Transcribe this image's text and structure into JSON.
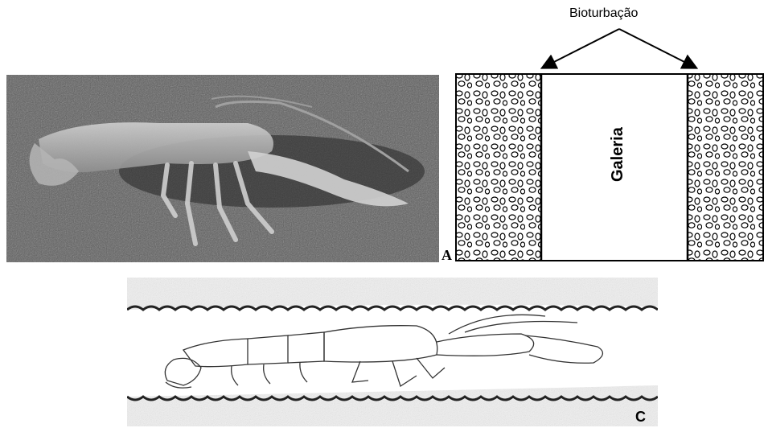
{
  "figure": {
    "panel_a": {
      "label": "A"
    },
    "panel_b": {
      "annotation": "Bioturbação",
      "gallery_label": "Galeria"
    },
    "panel_c": {
      "label": "C"
    }
  }
}
